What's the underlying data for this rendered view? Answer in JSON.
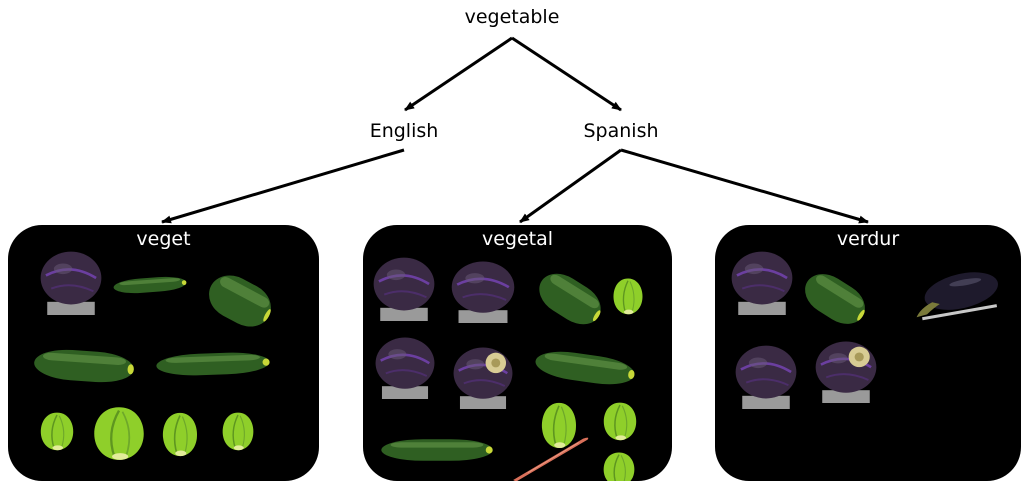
{
  "tree": {
    "root": "vegetable",
    "level1": [
      "English",
      "Spanish"
    ]
  },
  "panels": [
    {
      "id": "english",
      "title": "veget",
      "items": [
        "red-cabbage",
        "cucumber",
        "cucumber",
        "cucumber",
        "cucumber",
        "brussels-sprout",
        "brussels-sprout",
        "brussels-sprout",
        "brussels-sprout"
      ]
    },
    {
      "id": "vegetal",
      "title": "vegetal",
      "items": [
        "red-cabbage",
        "red-cabbage",
        "cucumber",
        "brussels-sprout",
        "red-cabbage",
        "red-cabbage-cut",
        "cucumber",
        "brussels-sprout",
        "brussels-sprout",
        "cucumber",
        "carrot",
        "brussels-sprout"
      ]
    },
    {
      "id": "verdur",
      "title": "verdur",
      "items": [
        "red-cabbage",
        "cucumber",
        "eggplant",
        "red-cabbage",
        "red-cabbage-cut"
      ]
    }
  ],
  "colors": {
    "panel_bg": "#000000",
    "cabbage": "#3a2a44",
    "cucumber": "#2f5f22",
    "sprout": "#8fcf2a",
    "eggplant": "#1e1a2c",
    "carrot": "#d9705a"
  }
}
